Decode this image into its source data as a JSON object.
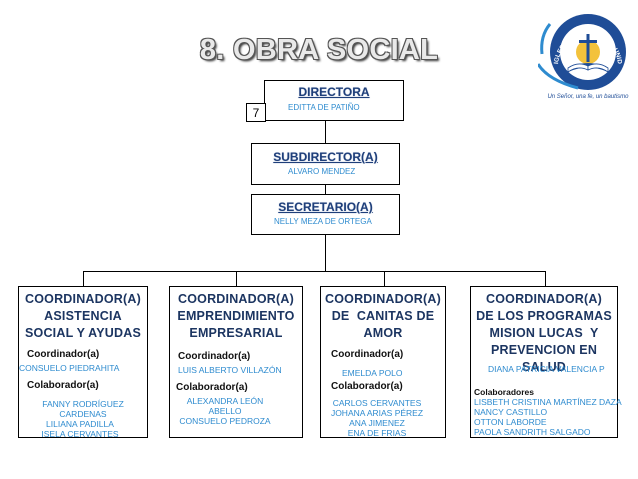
{
  "title": "8. OBRA SOCIAL",
  "logo": {
    "ring_text": "IGLESIA PENTECOSTAL UNIDA DE COLOMBIA",
    "tagline": "Un Señor, una fe, un bautismo"
  },
  "directora": {
    "title": "DIRECTORA",
    "name": "EDITTA DE PATIÑO",
    "badge": "7"
  },
  "subdirector": {
    "title": "SUBDIRECTOR(A)",
    "name": "ALVARO MENDEZ"
  },
  "secretario": {
    "title": "SECRETARIO(A)",
    "name": "NELLY MEZA DE ORTEGA"
  },
  "columns": [
    {
      "heading": [
        "COORDINADOR(A)",
        "ASISTENCIA",
        "SOCIAL Y AYUDAS"
      ],
      "coord_label": "Coordinador(a)",
      "coord_name": "CONSUELO PIEDRAHITA",
      "collab_label": "Colaborador(a)",
      "collab_names": [
        "FANNY RODRÍGUEZ CARDENAS",
        "LILIANA PADILLA",
        "ISELA CERVANTES"
      ]
    },
    {
      "heading": [
        "COORDINADOR(A)",
        "EMPRENDIMIENTO",
        "EMPRESARIAL"
      ],
      "coord_label": "Coordinador(a)",
      "coord_name": "LUIS ALBERTO VILLAZÓN",
      "collab_label": "Colaborador(a)",
      "collab_names": [
        "ALEXANDRA LEÓN ABELLO",
        "CONSUELO PEDROZA"
      ]
    },
    {
      "heading": [
        "COORDINADOR(A)",
        "DE  CANITAS DE",
        "AMOR"
      ],
      "coord_label": "Coordinador(a)",
      "coord_name": "EMELDA POLO",
      "collab_label": "Colaborador(a)",
      "collab_names": [
        "CARLOS CERVANTES",
        "JOHANA ARIAS PÉREZ",
        "ANA JIMENEZ",
        "ENA DE FRIAS"
      ]
    },
    {
      "heading": [
        "COORDINADOR(A)",
        "DE LOS PROGRAMAS",
        "MISION LUCAS  Y",
        "PREVENCION EN",
        "SALUD"
      ],
      "coord_name": "DIANA PATRICIA VALENCIA P",
      "collab_label": "Colaboradores",
      "collab_names": [
        "LISBETH CRISTINA MARTÍNEZ DAZA",
        "NANCY CASTILLO",
        "OTTON LABORDE",
        "PAOLA SANDRITH SALGADO"
      ]
    }
  ],
  "colors": {
    "heading": "#1c3561",
    "names": "#2e8bcf",
    "title_fill": "#e9e9e9"
  }
}
